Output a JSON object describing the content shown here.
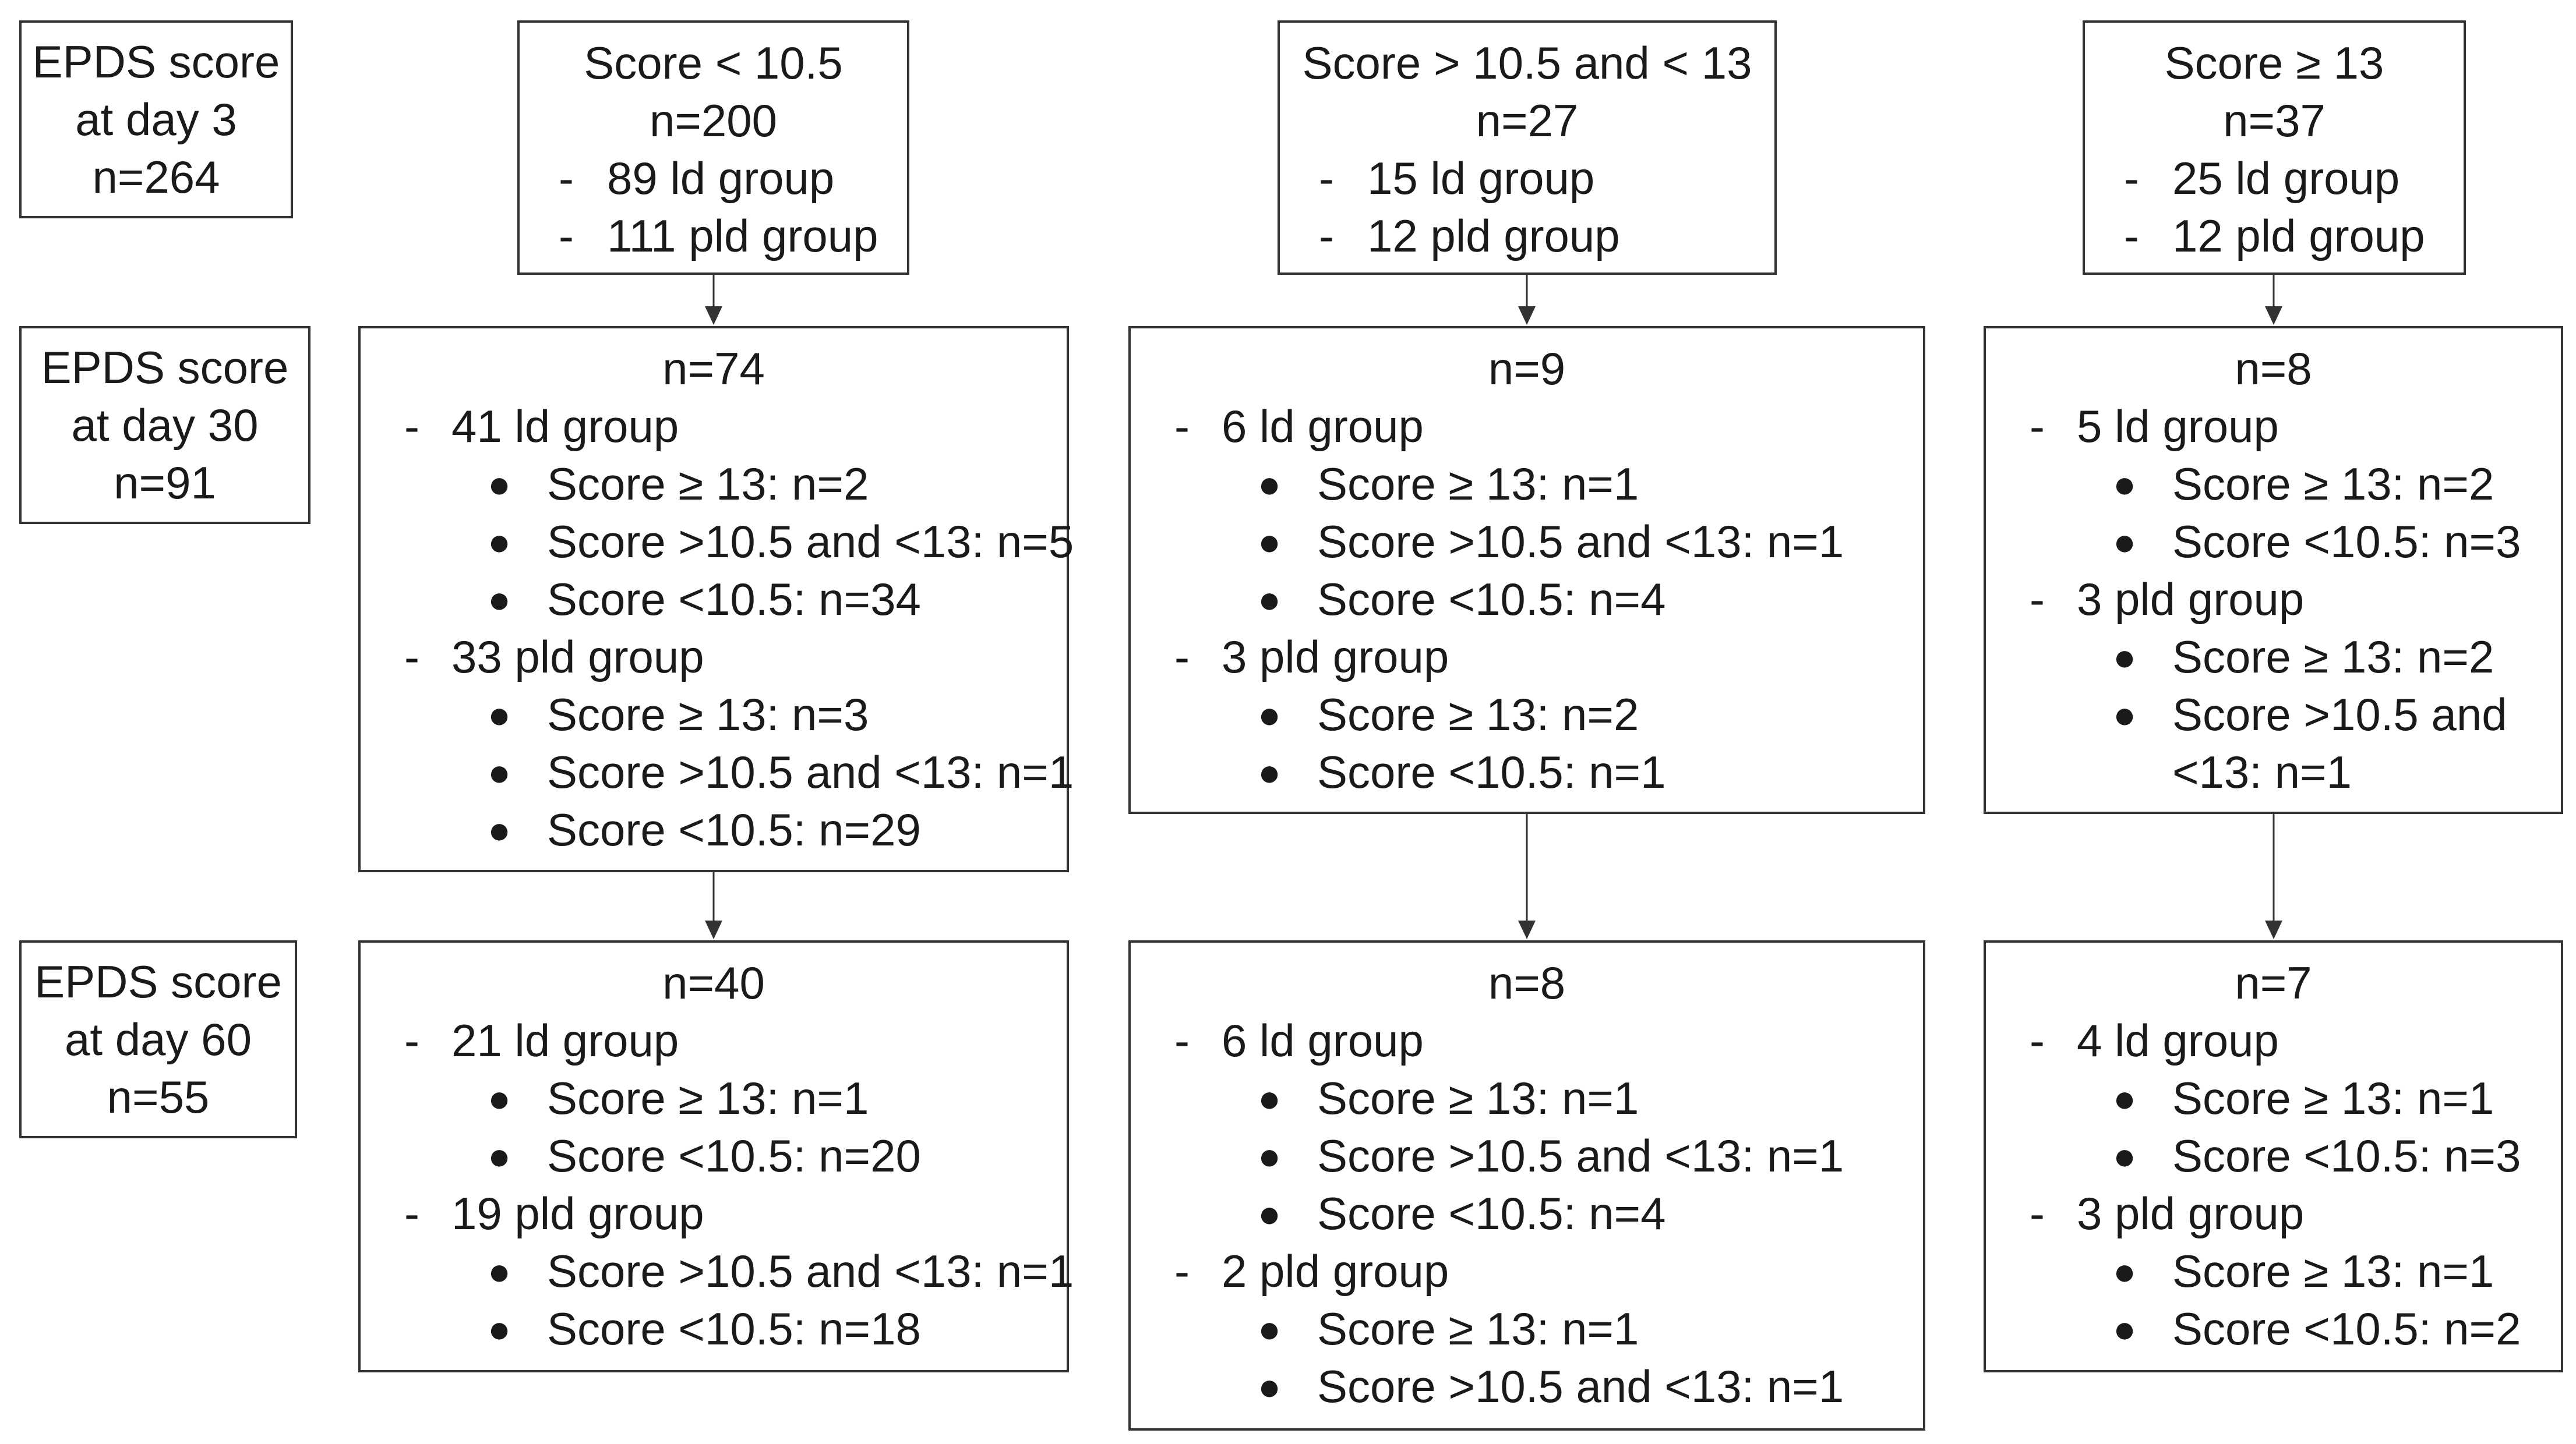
{
  "timepoints": [
    {
      "lines": [
        "EPDS score",
        "at day 3",
        "n=264"
      ]
    },
    {
      "lines": [
        "EPDS score",
        "at day 30",
        "n=91"
      ]
    },
    {
      "lines": [
        "EPDS score",
        "at day 60",
        "n=55"
      ]
    }
  ],
  "day3": [
    {
      "title": "Score < 10.5",
      "n": "n=200",
      "groups": [
        "89 ld group",
        "111 pld group"
      ]
    },
    {
      "title": "Score > 10.5 and < 13",
      "n": "n=27",
      "groups": [
        "15 ld group",
        "12 pld group"
      ]
    },
    {
      "title": "Score ≥ 13",
      "n": "n=37",
      "groups": [
        "25 ld group",
        "12 pld group"
      ]
    }
  ],
  "day30": [
    {
      "n": "n=74",
      "groups": [
        {
          "label": "41 ld group",
          "items": [
            "Score ≥ 13: n=2",
            "Score >10.5 and <13: n=5",
            "Score <10.5: n=34"
          ]
        },
        {
          "label": "33 pld group",
          "items": [
            "Score ≥ 13: n=3",
            "Score >10.5 and <13: n=1",
            "Score <10.5: n=29"
          ]
        }
      ]
    },
    {
      "n": "n=9",
      "groups": [
        {
          "label": "6 ld group",
          "items": [
            "Score ≥ 13: n=1",
            "Score >10.5 and <13: n=1",
            "Score <10.5: n=4"
          ]
        },
        {
          "label": "3 pld group",
          "items": [
            "Score ≥ 13: n=2",
            "Score <10.5: n=1"
          ]
        }
      ]
    },
    {
      "n": "n=8",
      "groups": [
        {
          "label": "5 ld group",
          "items": [
            "Score ≥ 13: n=2",
            "Score <10.5: n=3"
          ]
        },
        {
          "label": "3 pld group",
          "items": [
            "Score ≥ 13: n=2",
            "Score >10.5 and",
            "<13: n=1"
          ]
        }
      ]
    }
  ],
  "day60": [
    {
      "n": "n=40",
      "groups": [
        {
          "label": "21 ld group",
          "items": [
            "Score ≥ 13: n=1",
            "Score <10.5: n=20"
          ]
        },
        {
          "label": "19 pld group",
          "items": [
            "Score >10.5 and <13: n=1",
            "Score <10.5: n=18"
          ]
        }
      ]
    },
    {
      "n": "n=8",
      "groups": [
        {
          "label": "6 ld group",
          "items": [
            "Score ≥ 13: n=1",
            "Score >10.5 and <13: n=1",
            "Score <10.5: n=4"
          ]
        },
        {
          "label": "2 pld group",
          "items": [
            "Score ≥ 13: n=1",
            "Score >10.5 and <13: n=1"
          ]
        }
      ]
    },
    {
      "n": "n=7",
      "groups": [
        {
          "label": "4 ld group",
          "items": [
            "Score ≥ 13: n=1",
            "Score <10.5: n=3"
          ]
        },
        {
          "label": "3 pld group",
          "items": [
            "Score ≥ 13: n=1",
            "Score <10.5: n=2"
          ]
        }
      ]
    }
  ]
}
